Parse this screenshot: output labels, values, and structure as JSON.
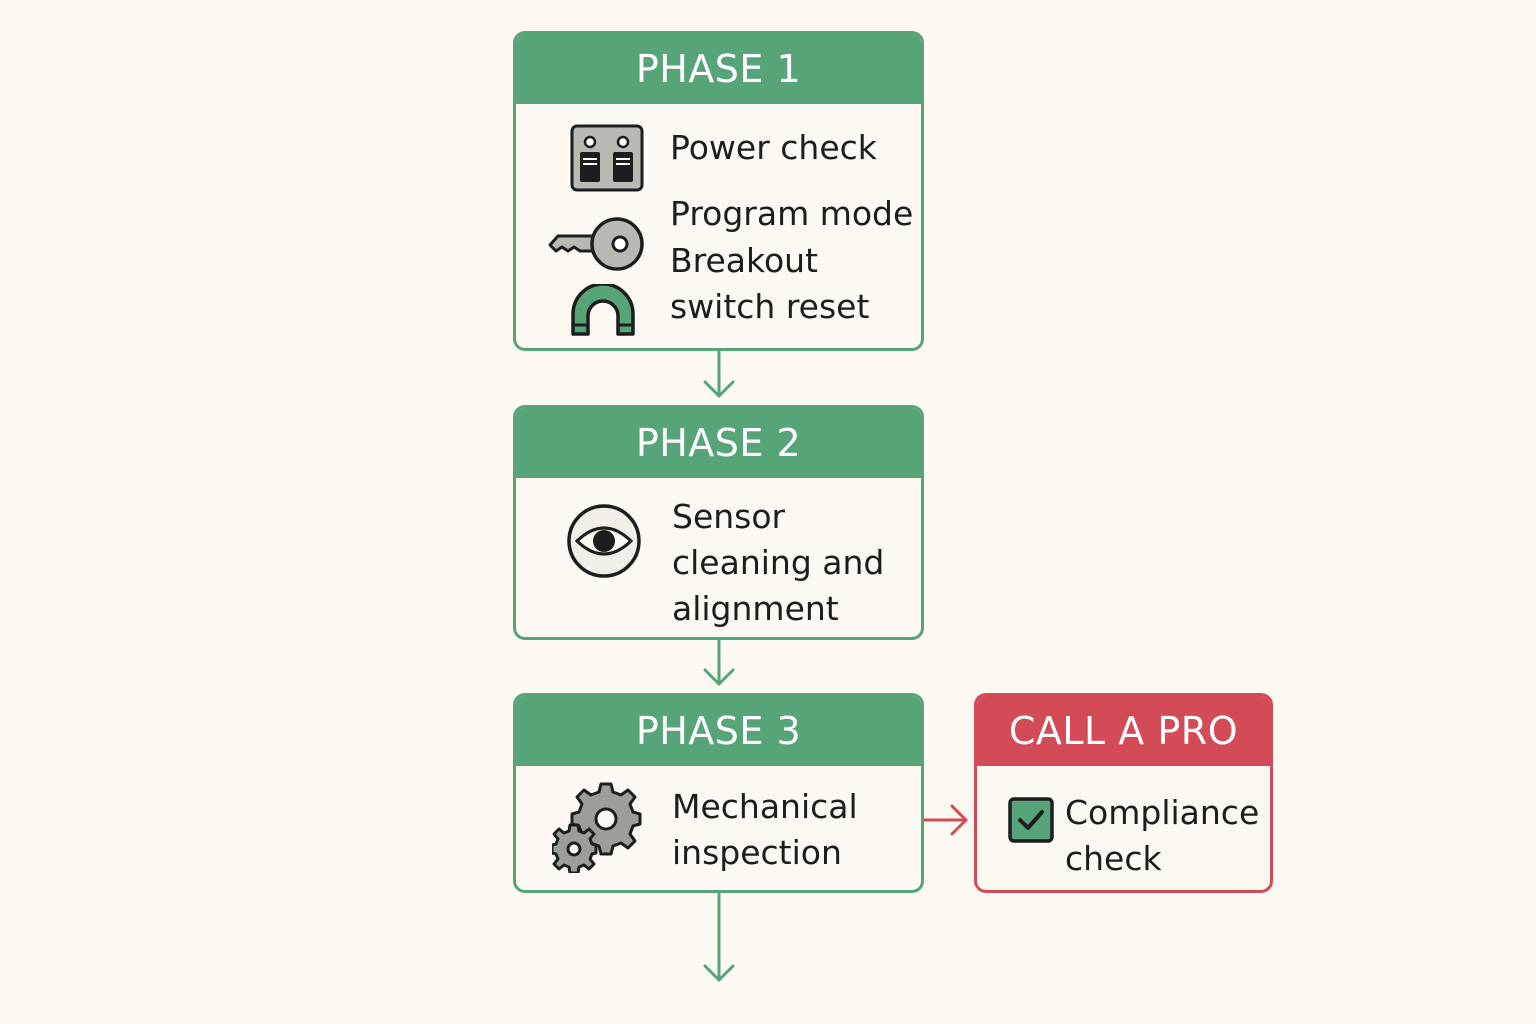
{
  "colors": {
    "background": "#fbf9f1",
    "phase_green": "#57a479",
    "pro_red": "#d24b56",
    "text": "#1d1d1d"
  },
  "phase1": {
    "title": "PHASE 1",
    "power": "Power check",
    "program": "Program mode",
    "breakout_1": "Breakout",
    "breakout_2": "switch reset",
    "icons": [
      "switch-panel-icon",
      "key-icon",
      "magnet-icon"
    ]
  },
  "phase2": {
    "title": "PHASE 2",
    "line1": "Sensor",
    "line2": "cleaning and",
    "line3": "alignment",
    "icons": [
      "eye-icon"
    ]
  },
  "phase3": {
    "title": "PHASE 3",
    "line1": "Mechanical",
    "line2": "inspection",
    "icons": [
      "gears-icon"
    ]
  },
  "pro": {
    "title": "CALL A PRO",
    "line1": "Compliance",
    "line2": "check",
    "icons": [
      "checkbox-icon"
    ]
  }
}
